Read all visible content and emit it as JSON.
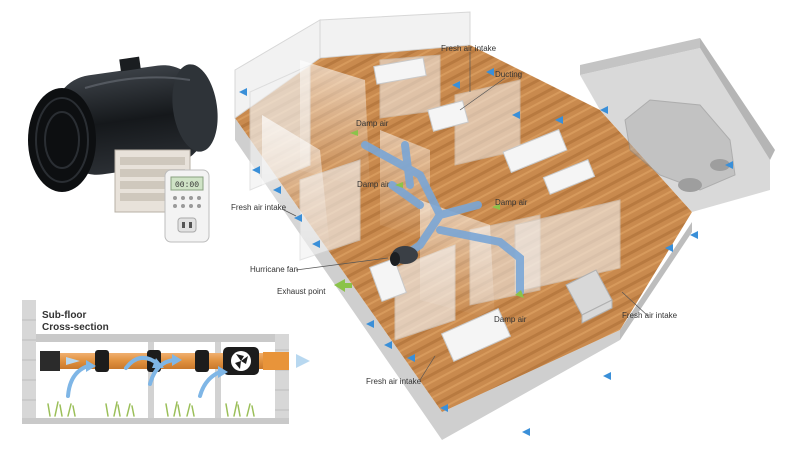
{
  "labels": {
    "fresh_air_intake_top": "Fresh air intake",
    "ducting": "Ducting",
    "damp_air_1": "Damp air",
    "damp_air_2": "Damp air",
    "damp_air_3": "Damp air",
    "damp_air_4": "Damp air",
    "fresh_air_intake_left": "Fresh air intake",
    "hurricane_fan": "Hurricane fan",
    "exhaust_point": "Exhaust point",
    "fresh_air_intake_right": "Fresh air intake",
    "fresh_air_intake_bottom": "Fresh air intake"
  },
  "cross_section": {
    "title_line1": "Sub-floor",
    "title_line2": "Cross-section"
  },
  "controller": {
    "display": "00:00"
  },
  "colors": {
    "floor_wood": "#c98a4e",
    "wall": "#e6e6e6",
    "duct": "#7aa6d6",
    "fresh_arrow": "#3a8fd8",
    "damp_arrow": "#8bc34a",
    "fan_body": "#1c1f22",
    "orange_pipe": "#e8943a"
  }
}
